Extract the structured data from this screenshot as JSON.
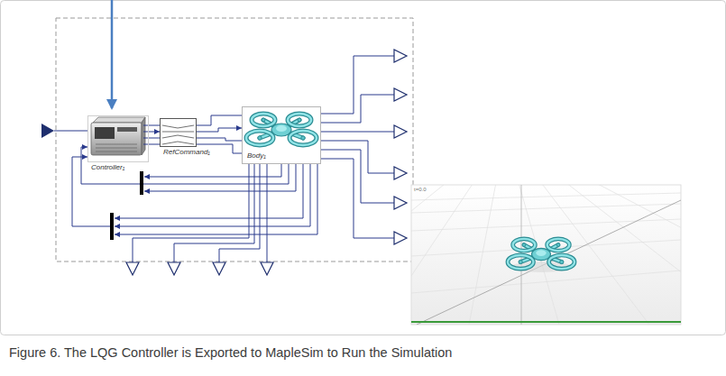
{
  "diagram": {
    "caption": "Figure 6. The LQG Controller is Exported to MapleSim to Run the Simulation",
    "nodes": [
      {
        "text": [
          "Controller₁"
        ]
      },
      {
        "text": [
          "RefCommand₁"
        ]
      },
      {
        "text": [
          "Body₁"
        ]
      }
    ],
    "edges": [
      {
        "from": 0,
        "to": 1,
        "arrow": "to"
      },
      {
        "from": 1,
        "to": 2,
        "arrow": "to"
      },
      {
        "from": 2,
        "to": 0,
        "arrow": "to"
      }
    ],
    "labels": [
      "t=0.0"
    ]
  }
}
